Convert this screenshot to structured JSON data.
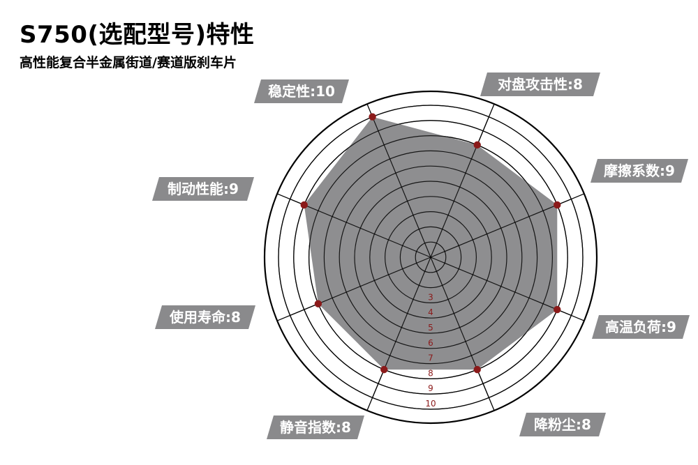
{
  "header": {
    "title": "S750(选配型号)特性",
    "subtitle": "高性能复合半金属街道/赛道版刹车片"
  },
  "colors": {
    "fill": "#8e8e90",
    "marker": "#8b1a1a",
    "label_bg": "#8a8a8c",
    "label_text": "#ffffff",
    "ring": "#000000",
    "tick_text": "#8b1a1a"
  },
  "chart_data": {
    "type": "radar",
    "title": "S750(选配型号)特性",
    "subtitle": "高性能复合半金属街道/赛道版刹车片",
    "categories": [
      "对盘攻击性",
      "摩擦系数",
      "高温负荷",
      "降粉尘",
      "静音指数",
      "使用寿命",
      "制动性能",
      "稳定性"
    ],
    "values": [
      8,
      9,
      9,
      8,
      8,
      8,
      9,
      10
    ],
    "labels": [
      "对盘攻击性:8",
      "摩擦系数:9",
      "高温负荷:9",
      "降粉尘:8",
      "静音指数:8",
      "使用寿命:8",
      "制动性能:9",
      "稳定性:10"
    ],
    "scale_max": 10,
    "rings": [
      1,
      2,
      3,
      4,
      5,
      6,
      7,
      8,
      9,
      10
    ],
    "tick_labels": [
      "3",
      "4",
      "5",
      "6",
      "7",
      "8",
      "9",
      "10"
    ],
    "grid": true
  }
}
